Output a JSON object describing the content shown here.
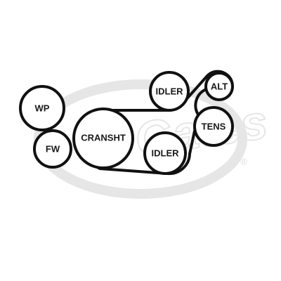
{
  "watermark": {
    "logo_text": "Gates",
    "registered_mark": "®"
  },
  "pulleys": [
    {
      "id": "wp",
      "label": "WP"
    },
    {
      "id": "fw",
      "label": "FW"
    },
    {
      "id": "cransht",
      "label": "CRANSHT"
    },
    {
      "id": "idler_top",
      "label": "IDLER"
    },
    {
      "id": "alt",
      "label": "ALT"
    },
    {
      "id": "tens",
      "label": "TENS"
    },
    {
      "id": "idler_bottom",
      "label": "IDLER"
    }
  ],
  "colors": {
    "stroke": "#111111",
    "watermark": "#e6e6e6",
    "background": "#ffffff"
  }
}
